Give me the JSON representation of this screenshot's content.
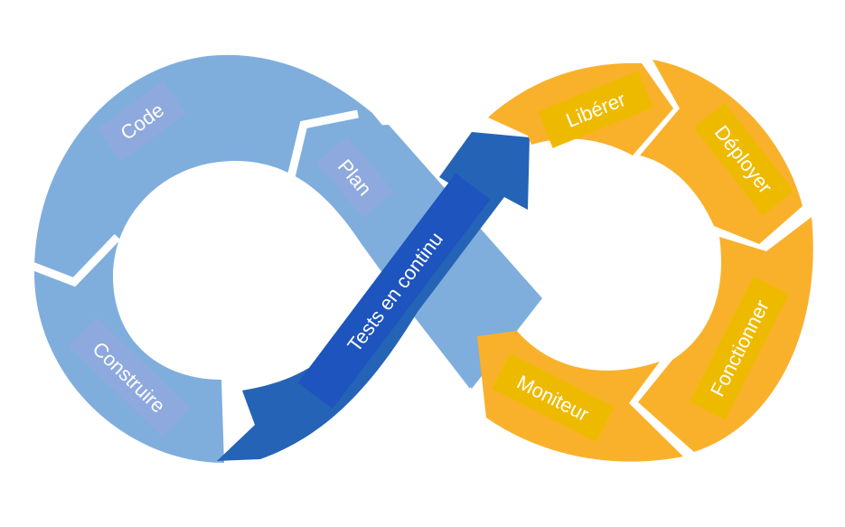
{
  "colors": {
    "blue_light": "#7faedd",
    "blue_light_label_bg": "#8ea9dd",
    "blue_dark": "#2563b6",
    "blue_dark_label_bg": "#1e54be",
    "orange": "#f9b12c",
    "orange_label_bg": "#eeba00",
    "label_text": "#ffffff"
  },
  "stages": {
    "code": "Code",
    "plan": "Plan",
    "construire": "Construire",
    "tests": "Tests en continu",
    "liberer": "Libérer",
    "deployer": "Déployer",
    "fonctionner": "Fonctionner",
    "moniteur": "Moniteur"
  }
}
